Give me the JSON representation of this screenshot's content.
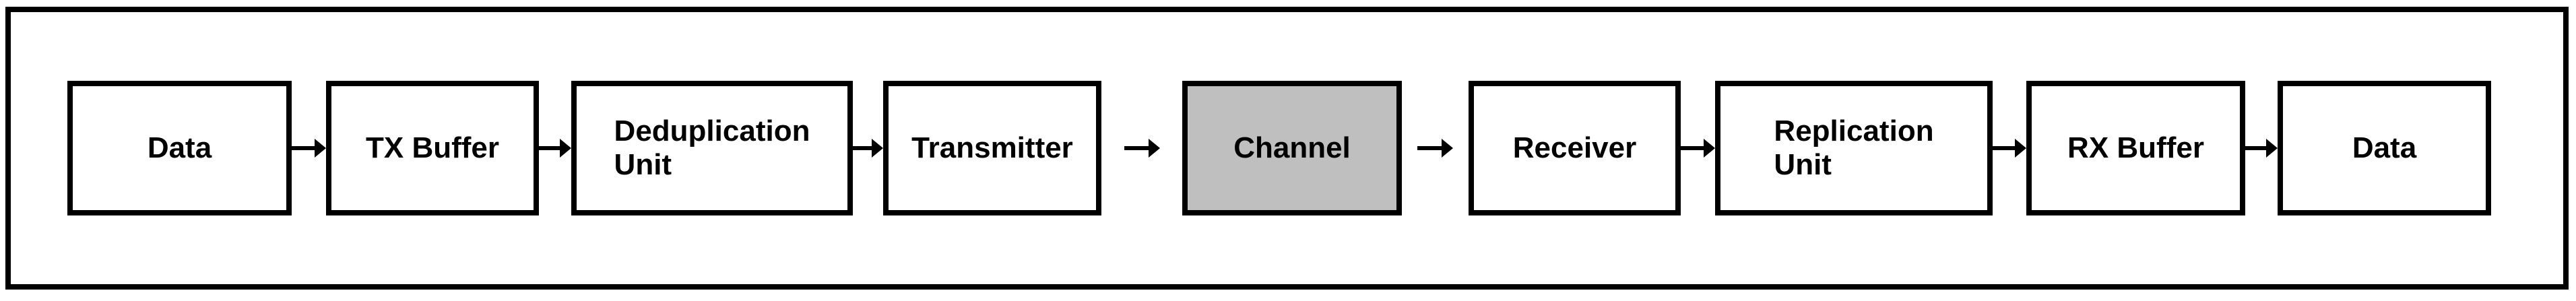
{
  "diagram": {
    "type": "block-flow-diagram",
    "background": "#ffffff",
    "frame_border_color": "#000000",
    "nodes": [
      {
        "id": "data-source",
        "label": "Data",
        "fill": "#ffffff"
      },
      {
        "id": "tx-buffer",
        "label": "TX Buffer",
        "fill": "#ffffff"
      },
      {
        "id": "deduplication-unit",
        "lines": [
          "Deduplication",
          "Unit"
        ],
        "fill": "#ffffff"
      },
      {
        "id": "transmitter",
        "label": "Transmitter",
        "fill": "#ffffff"
      },
      {
        "id": "channel",
        "label": "Channel",
        "fill": "#bfbfbf"
      },
      {
        "id": "receiver",
        "label": "Receiver",
        "fill": "#ffffff"
      },
      {
        "id": "replication-unit",
        "lines": [
          "Replication",
          "Unit"
        ],
        "fill": "#ffffff"
      },
      {
        "id": "rx-buffer",
        "label": "RX Buffer",
        "fill": "#ffffff"
      },
      {
        "id": "data-sink",
        "label": "Data",
        "fill": "#ffffff"
      }
    ],
    "edges": [
      {
        "from": "Data",
        "to": "TX Buffer",
        "style": "connected"
      },
      {
        "from": "TX Buffer",
        "to": "Deduplication Unit",
        "style": "connected"
      },
      {
        "from": "Deduplication Unit",
        "to": "Transmitter",
        "style": "connected"
      },
      {
        "from": "Transmitter",
        "to": "Channel",
        "style": "detached"
      },
      {
        "from": "Channel",
        "to": "Receiver",
        "style": "detached"
      },
      {
        "from": "Receiver",
        "to": "Replication Unit",
        "style": "connected"
      },
      {
        "from": "Replication Unit",
        "to": "RX Buffer",
        "style": "connected"
      },
      {
        "from": "RX Buffer",
        "to": "Data",
        "style": "connected"
      }
    ],
    "colors": {
      "node_border": "#000000",
      "channel_fill": "#bfbfbf",
      "arrow": "#000000",
      "text": "#000000"
    }
  }
}
